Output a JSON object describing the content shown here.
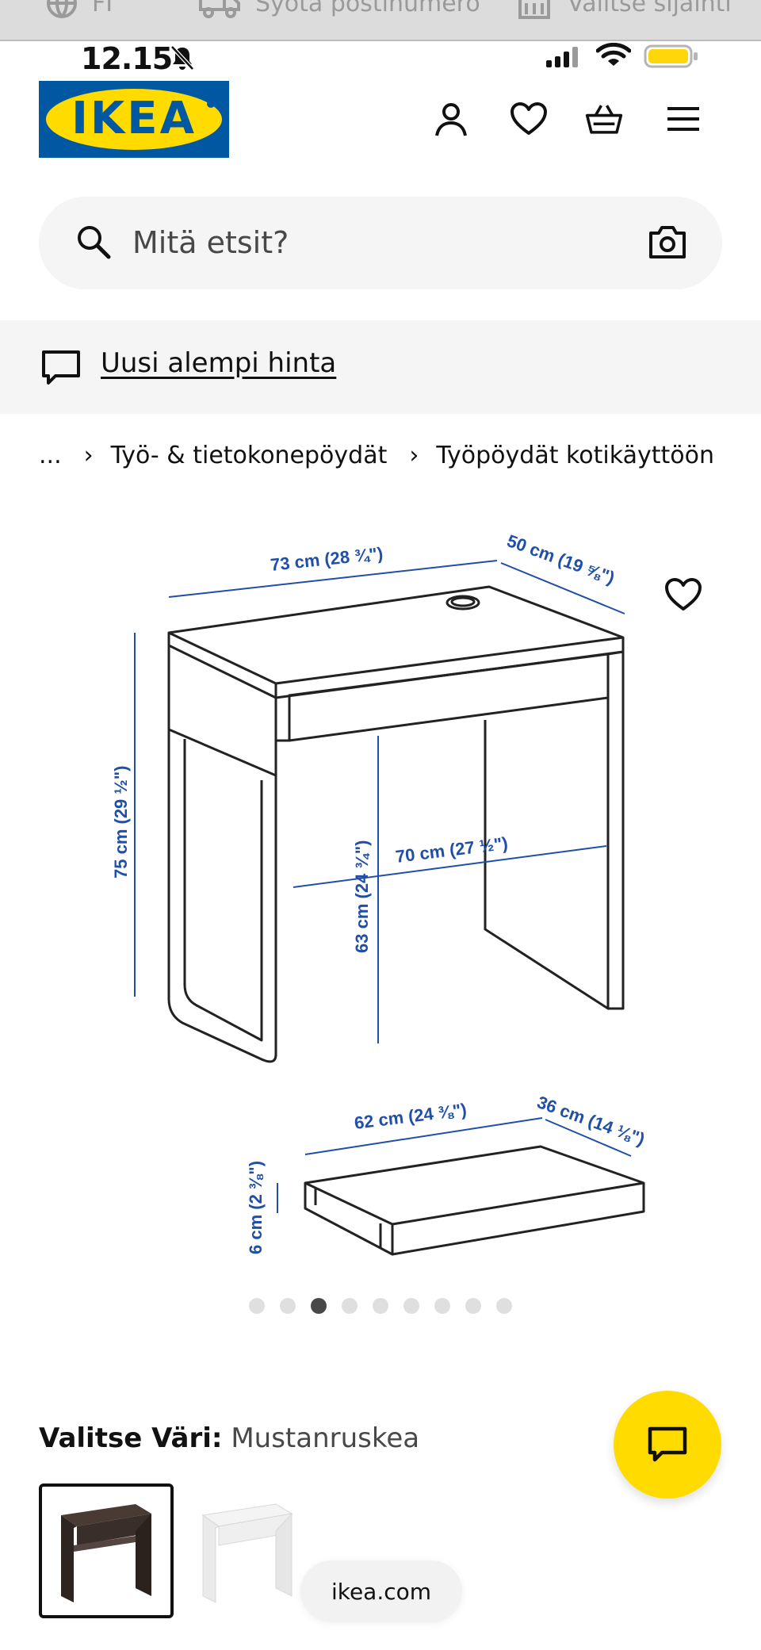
{
  "browser_bar": {
    "language_text": "FI",
    "postal_text": "Syötä postinumero",
    "location_text": "Valitse sijainti"
  },
  "status_bar": {
    "time": "12.15"
  },
  "header": {
    "logo_text": "IKEA",
    "icons": [
      "user-icon",
      "heart-icon",
      "basket-icon",
      "menu-icon"
    ]
  },
  "search": {
    "placeholder": "Mitä etsit?"
  },
  "promo": {
    "link_text": "Uusi alempi hinta"
  },
  "breadcrumb": {
    "items": [
      "...",
      "Työ- & tietokonepöydät",
      "Työpöydät kotikäyttöön"
    ]
  },
  "gallery": {
    "dimensions": {
      "width": "73 cm (28 ¾\")",
      "depth": "50 cm (19 ⅝\")",
      "height": "75 cm (29 ½\")",
      "leg_height": "63 cm (24 ¾\")",
      "leg_width": "70 cm (27 ½\")",
      "drawer_width": "62 cm (24 ⅜\")",
      "drawer_depth": "36 cm (14 ⅛\")",
      "drawer_height": "6 cm (2 ⅜\")"
    },
    "dots_total": 9,
    "active_index": 2
  },
  "color_select": {
    "label": "Valitse Väri:",
    "value": "Mustanruskea"
  },
  "site_pill": "ikea.com",
  "colors": {
    "ikea_blue": "#0058a3",
    "ikea_yellow": "#ffdb00",
    "dim_blue": "#1f4fa8"
  }
}
